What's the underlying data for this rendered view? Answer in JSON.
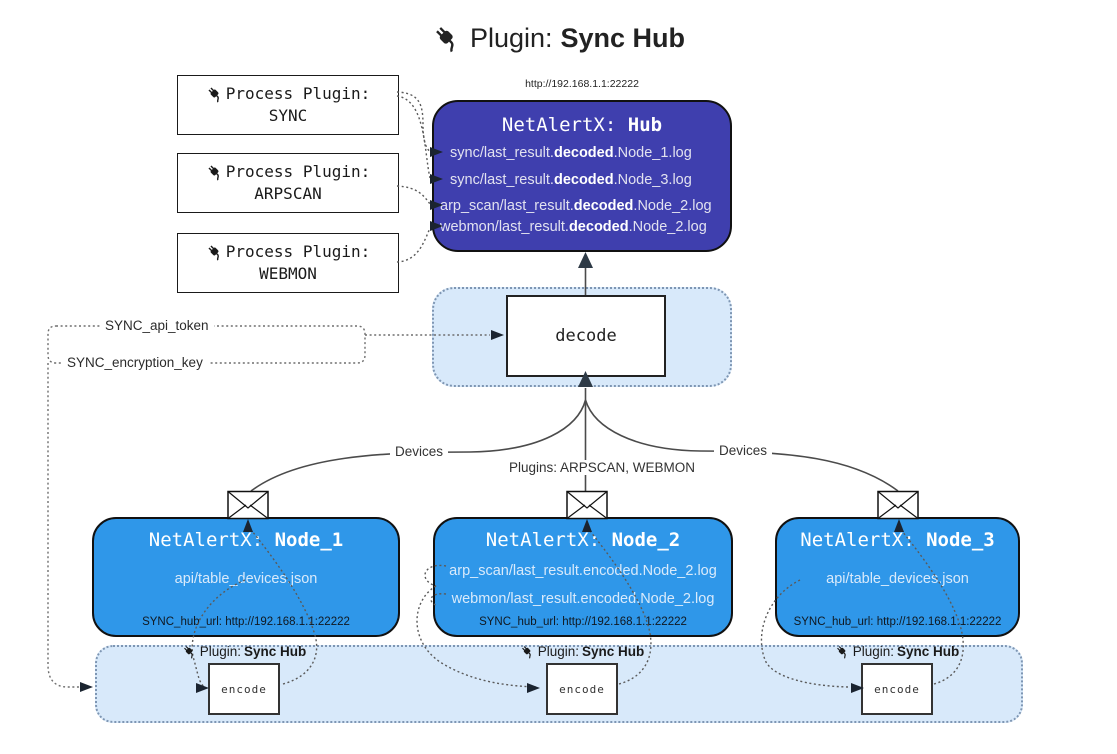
{
  "title": {
    "prefix": "Plugin: ",
    "name": "Sync Hub"
  },
  "process_plugins": [
    {
      "label": "Process Plugin:",
      "name": "SYNC"
    },
    {
      "label": "Process Plugin:",
      "name": "ARPSCAN"
    },
    {
      "label": "Process Plugin:",
      "name": "WEBMON"
    }
  ],
  "hub": {
    "url": "http://192.168.1.1:22222",
    "title_prefix": "NetAlertX: ",
    "title_name": "Hub",
    "rows": [
      {
        "pre": "sync/last_result.",
        "bold": "decoded",
        "post": ".Node_1.log"
      },
      {
        "pre": "sync/last_result.",
        "bold": "decoded",
        "post": ".Node_3.log"
      },
      {
        "pre": "arp_scan/last_result.",
        "bold": "decoded",
        "post": ".Node_2.log"
      },
      {
        "pre": "webmon/last_result.",
        "bold": "decoded",
        "post": ".Node_2.log"
      }
    ]
  },
  "decode": {
    "label": "decode"
  },
  "settings": {
    "api_token": "SYNC_api_token",
    "encryption_key": "SYNC_encryption_key"
  },
  "edge_labels": {
    "devices_left": "Devices",
    "plugins_mid": "Plugins: ARPSCAN, WEBMON",
    "devices_right": "Devices"
  },
  "nodes": [
    {
      "title_prefix": "NetAlertX: ",
      "title_name": "Node_1",
      "lines": [
        "api/table_devices.json"
      ],
      "hub_url": "SYNC_hub_url: http://192.168.1.1:22222"
    },
    {
      "title_prefix": "NetAlertX: ",
      "title_name": "Node_2",
      "lines": [
        "arp_scan/last_result.encoded.Node_2.log",
        "webmon/last_result.encoded.Node_2.log"
      ],
      "hub_url": "SYNC_hub_url: http://192.168.1.1:22222"
    },
    {
      "title_prefix": "NetAlertX: ",
      "title_name": "Node_3",
      "lines": [
        "api/table_devices.json"
      ],
      "hub_url": "SYNC_hub_url: http://192.168.1.1:22222"
    }
  ],
  "encoders": [
    {
      "plugin_prefix": "Plugin: ",
      "plugin_name": "Sync Hub",
      "label": "encode"
    },
    {
      "plugin_prefix": "Plugin: ",
      "plugin_name": "Sync Hub",
      "label": "encode"
    },
    {
      "plugin_prefix": "Plugin: ",
      "plugin_name": "Sync Hub",
      "label": "encode"
    }
  ],
  "colors": {
    "hub_fill": "#3F3FAE",
    "node_fill": "#2F97E9",
    "panel_fill": "#D8E9FA",
    "panel_border": "#7E96B3",
    "ink": "#1A1A1A"
  }
}
